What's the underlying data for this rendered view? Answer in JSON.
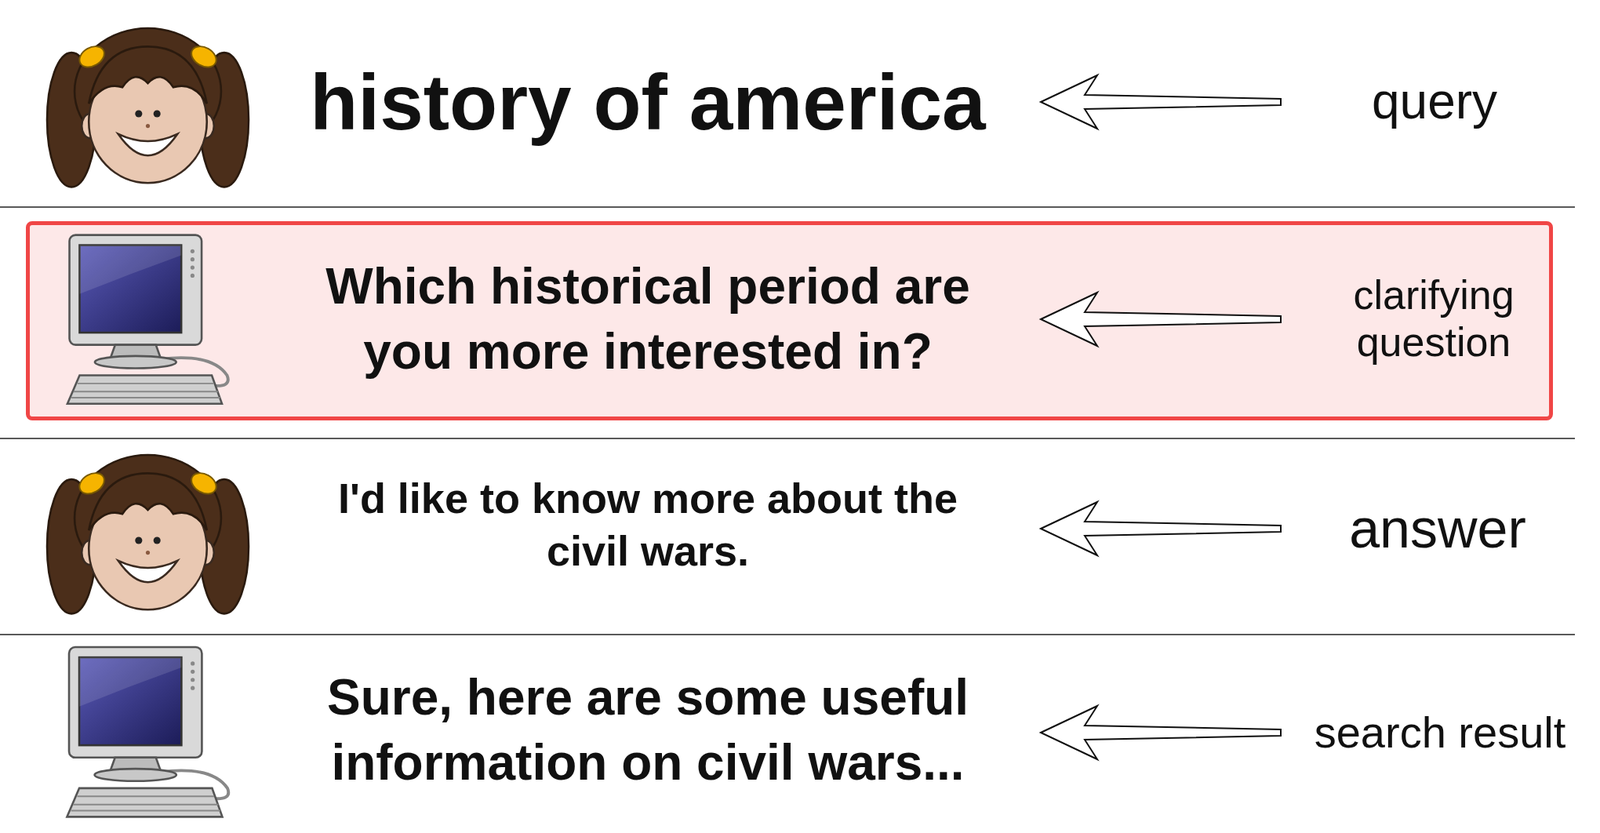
{
  "diagram": {
    "nodes": [
      {
        "text": [
          "Which historical period are you more interested in?",
          "clarifying question"
        ]
      }
    ],
    "labels": [
      "history of america",
      "query",
      "I'd like to know more about the civil wars.",
      "answer",
      "Sure, here are some useful information on civil wars...",
      "search result"
    ]
  }
}
